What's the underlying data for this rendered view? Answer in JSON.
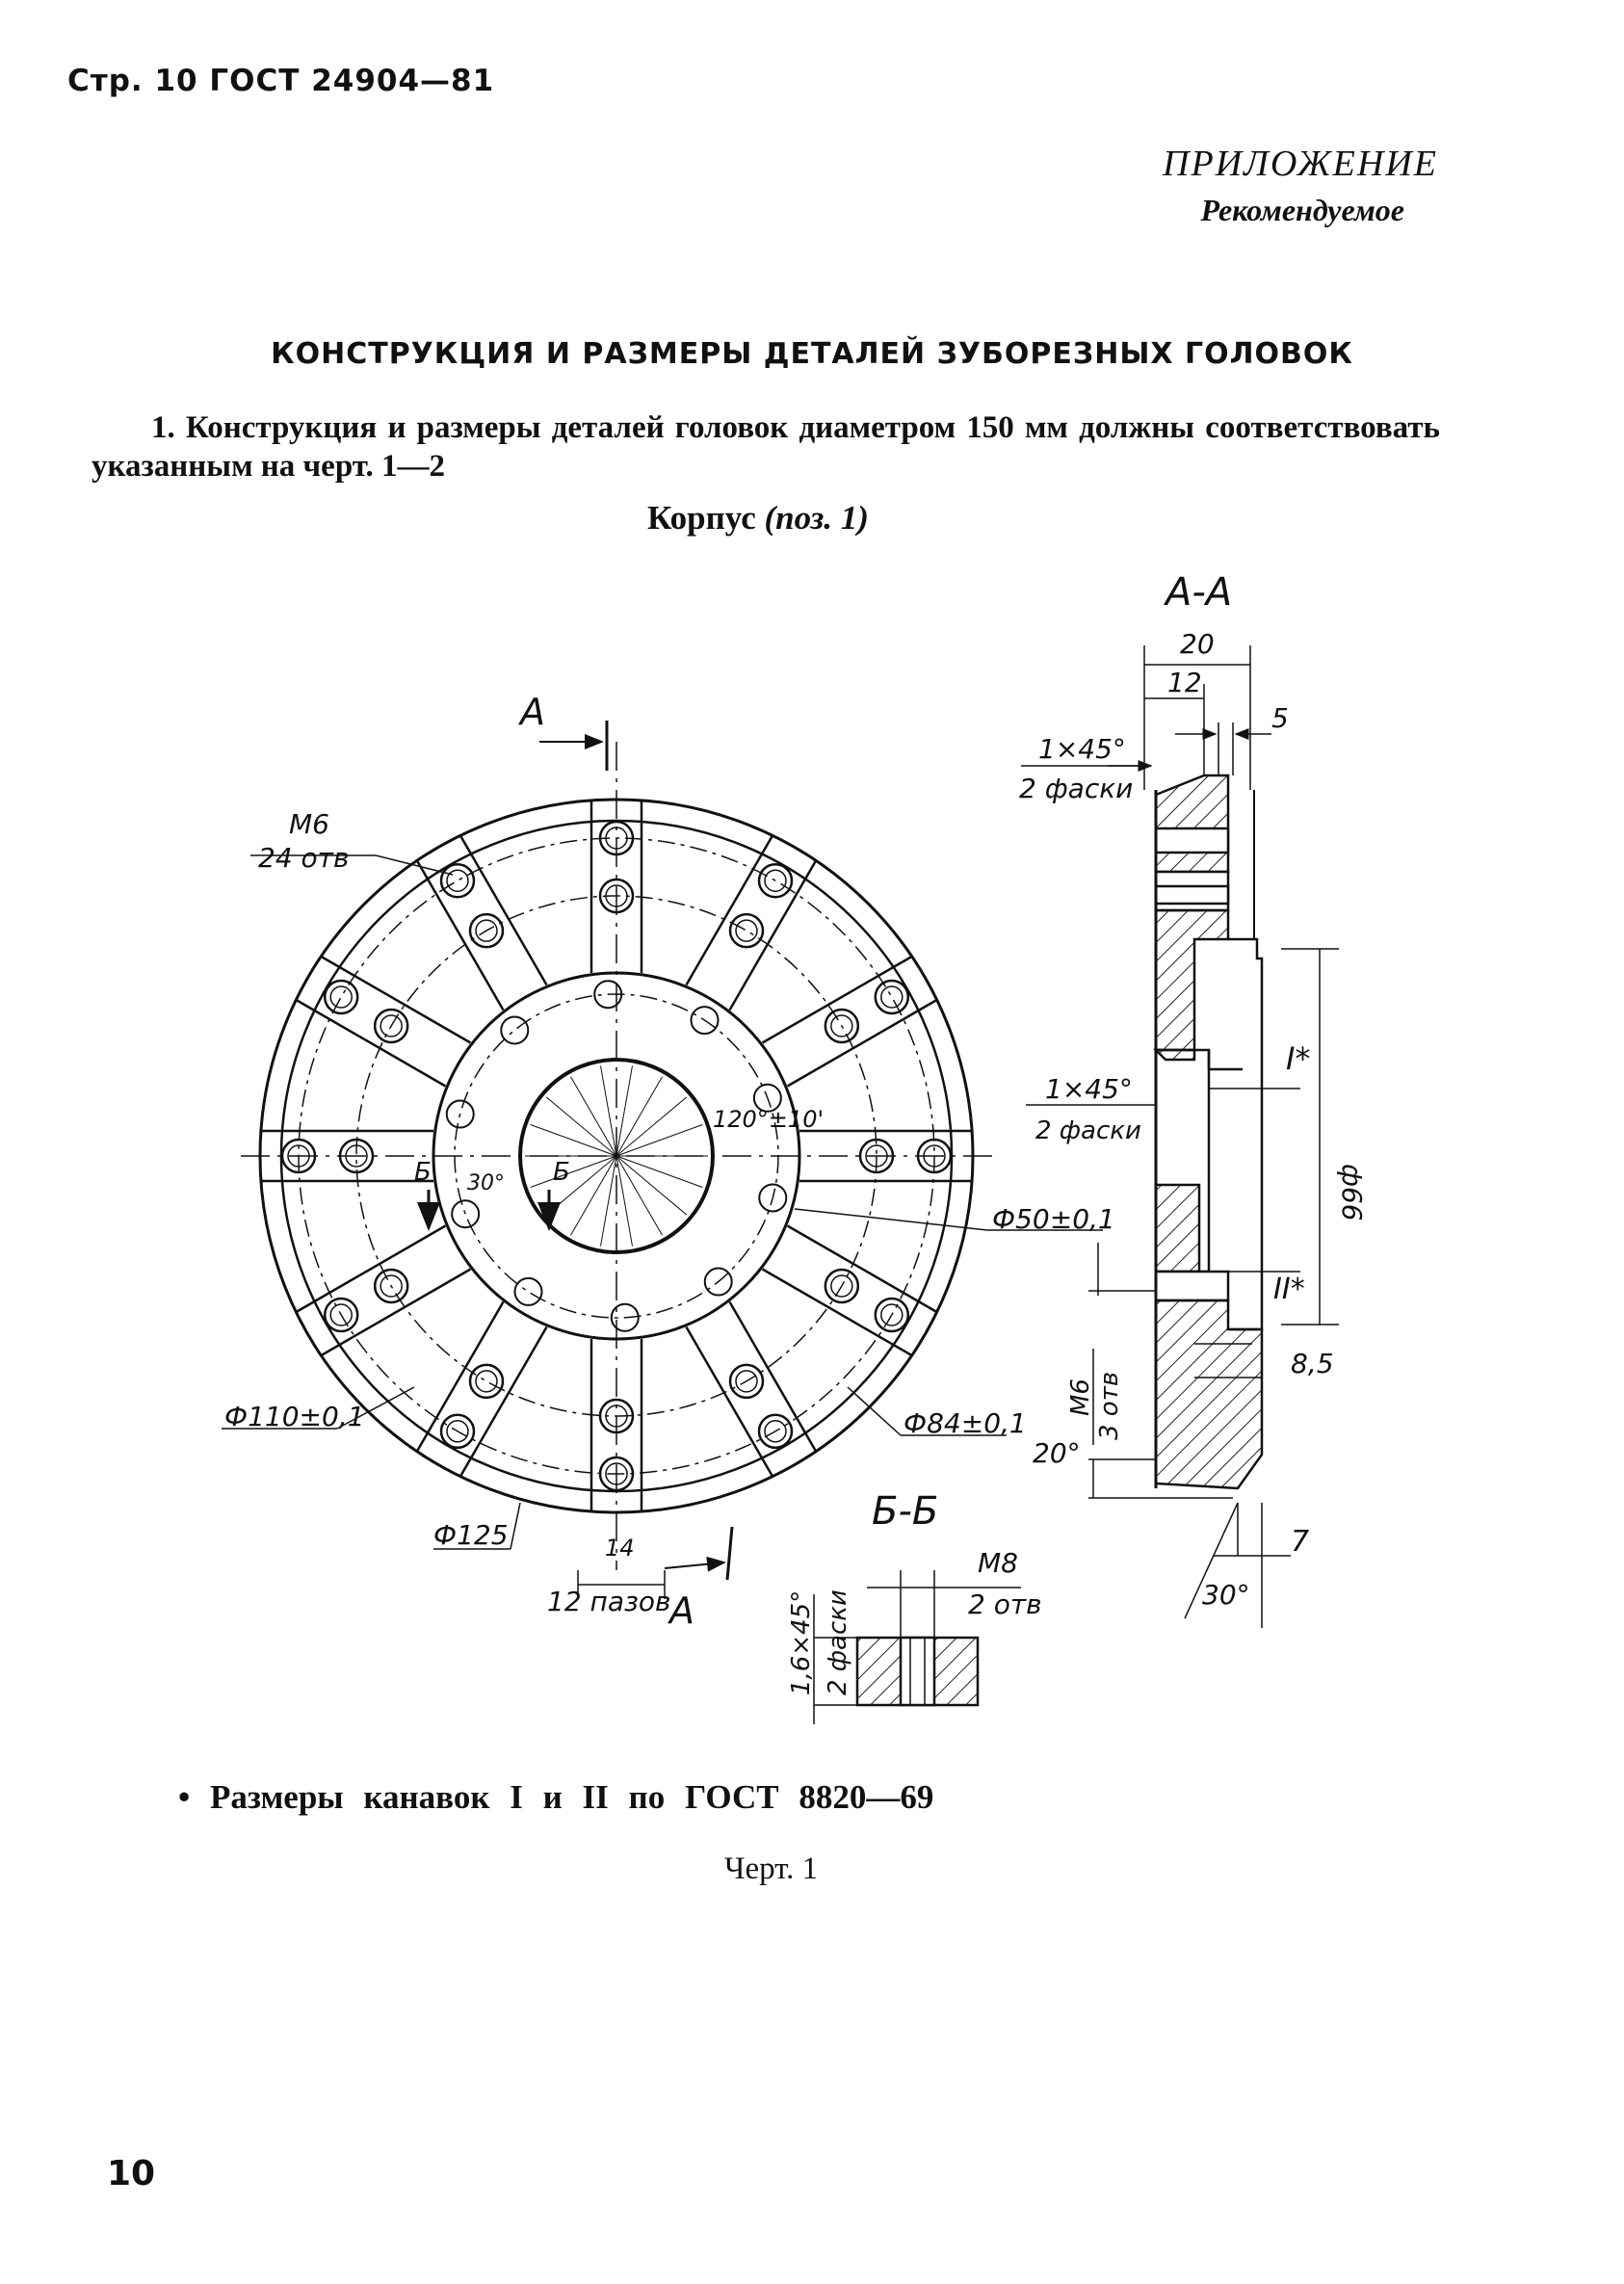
{
  "header": {
    "text": "Стр. 10 ГОСТ 24904—81"
  },
  "appendix": {
    "title": "ПРИЛОЖЕНИЕ",
    "subtitle": "Рекомендуемое"
  },
  "section_title": "КОНСТРУКЦИЯ И РАЗМЕРЫ ДЕТАЛЕЙ ЗУБОРЕЗНЫХ ГОЛОВОК",
  "paragraph": "1. Конструкция и размеры деталей головок диаметром 150 мм должны соответствовать указанным на черт. 1—2",
  "figure": {
    "title": "Корпус",
    "pos": "(поз. 1)",
    "labels": {
      "section_a": "А-А",
      "section_b": "Б-Б",
      "cut_a": "А",
      "cut_b": "Б",
      "d20": "20",
      "d12": "12",
      "d5": "5",
      "chamfer1": "1×45°",
      "chamfer1_note": "2 фаски",
      "chamfer2": "1×45°",
      "chamfer2_note": "2 фаски",
      "m6": "М6",
      "m6_holes": "24 отв",
      "angle_120": "120°±10'",
      "angle_30": "30°",
      "phi66": "ф66",
      "phi50": "Ф50±0,1",
      "groove1": "I*",
      "groove2": "II*",
      "m6b": "М6",
      "m6b_holes": "3 отв",
      "d85": "8,5",
      "phi110": "Ф110±0,1",
      "phi84": "Ф84±0,1",
      "angle_20": "20°",
      "phi125": "Ф125",
      "d14": "14",
      "slots": "12 пазов",
      "chamfer3": "1,6×45°",
      "chamfer3_note": "2 фаски",
      "m8": "М8",
      "m8_holes": "2 отв",
      "d7": "7",
      "angle_30b": "30°"
    }
  },
  "footnote": "• Размеры канавок I и II по ГОСТ 8820—69",
  "caption": "Черт. 1",
  "page_number": "10"
}
